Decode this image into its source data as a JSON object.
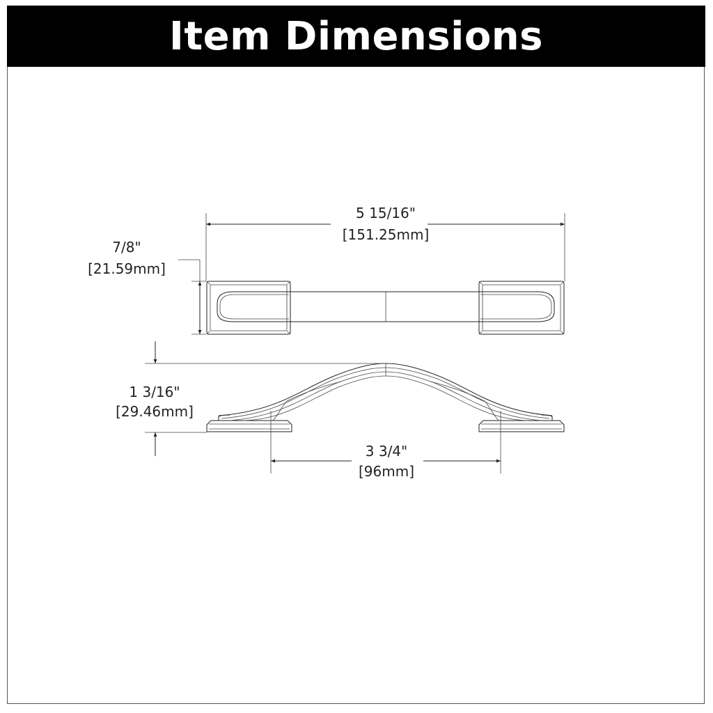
{
  "header": {
    "title": "Item Dimensions"
  },
  "dimensions": {
    "overall_length": {
      "imperial": "5 15/16\"",
      "metric": "[151.25mm]"
    },
    "width": {
      "imperial": "7/8\"",
      "metric": "[21.59mm]"
    },
    "projection": {
      "imperial": "1 3/16\"",
      "metric": "[29.46mm]"
    },
    "center_to_center": {
      "imperial": "3 3/4\"",
      "metric": "[96mm]"
    }
  },
  "colors": {
    "header_bg": "#000000",
    "header_text": "#ffffff",
    "line": "#222222",
    "background": "#ffffff"
  }
}
